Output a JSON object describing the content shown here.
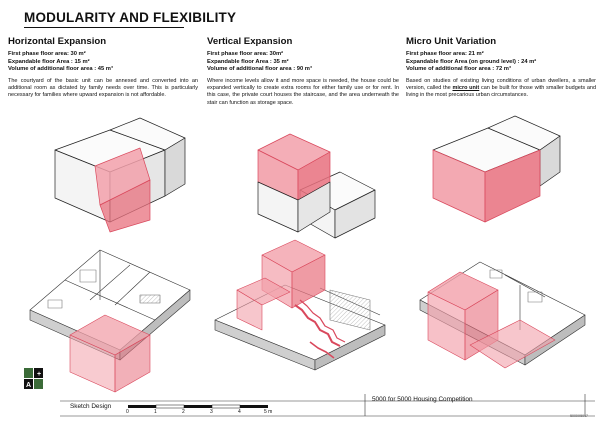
{
  "title": "MODULARITY AND FLEXIBILITY",
  "columns": [
    {
      "heading": "Horizontal Expansion",
      "specs": [
        "First phase floor area: 30 m²",
        "Expandable floor Area : 15 m²",
        "Volume of additional floor area : 45 m³"
      ],
      "description": "The courtyard of the basic unit can be annexed and converted into an additional room as dictated by family needs over time. This is particularly necessary for families where upward expansion is not affordable."
    },
    {
      "heading": "Vertical Expansion",
      "specs": [
        "First phase floor area: 30m²",
        "Expandable floor Area : 35 m²",
        "Volume of additional floor area : 90 m³"
      ],
      "description": "Where income levels allow it and more space is needed, the house could be expanded vertically to create extra rooms for either family use or for rent. In this case, the private court houses the staircase, and the area underneath the stair can function as storage space."
    },
    {
      "heading": "Micro Unit Variation",
      "specs": [
        "First phase floor area: 21 m²",
        "Expandable floor Area (on ground level) : 24 m²",
        "Volume of additional floor area : 72 m³"
      ],
      "description_pre": "Based on studies of existing living conditions of urban dwellers, a smaller version, called the ",
      "description_emph": "micro unit",
      "description_post": " can be built for those with smaller budgets and living in the most precarious urban circumstances."
    }
  ],
  "footer": {
    "sketch_label": "Sketch Design",
    "scale_labels": [
      "0",
      "1",
      "2",
      "3",
      "4",
      "5 m"
    ],
    "competition_label": "5000 for 5000 Housing Competition",
    "ref_code": "5000X5017"
  },
  "colors": {
    "accent": "#e8707e",
    "accent_fill": "#f2a0aa",
    "accent_dark": "#d9485c",
    "line": "#222222"
  },
  "icons": {
    "logo": "competition-logo"
  }
}
